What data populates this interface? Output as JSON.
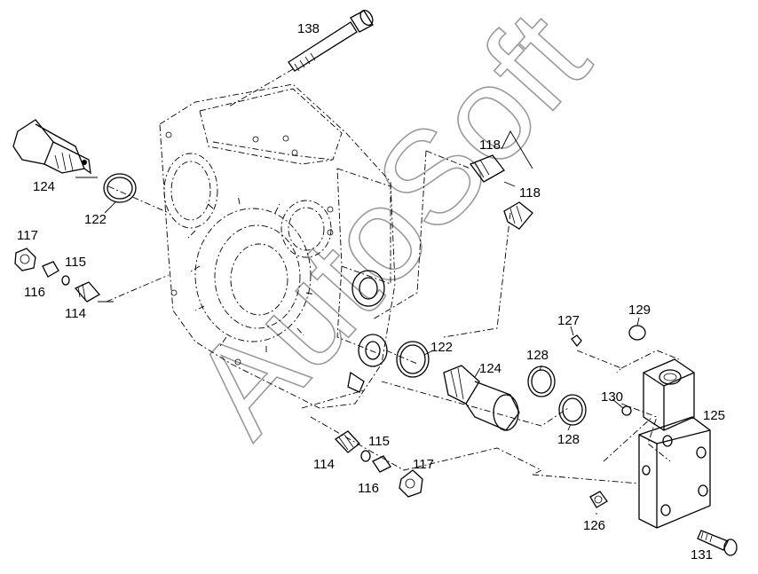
{
  "watermark": "AutoSoft",
  "labels": {
    "l138": "138",
    "l124a": "124",
    "l122a": "122",
    "l117a": "117",
    "l115a": "115",
    "l116a": "116",
    "l114a": "114",
    "l118a": "118",
    "l118b": "118",
    "l122b": "122",
    "l124b": "124",
    "l127": "127",
    "l128a": "128",
    "l128b": "128",
    "l129": "129",
    "l130": "130",
    "l125": "125",
    "l114b": "114",
    "l115b": "115",
    "l116b": "116",
    "l117b": "117",
    "l126": "126",
    "l131": "131"
  }
}
